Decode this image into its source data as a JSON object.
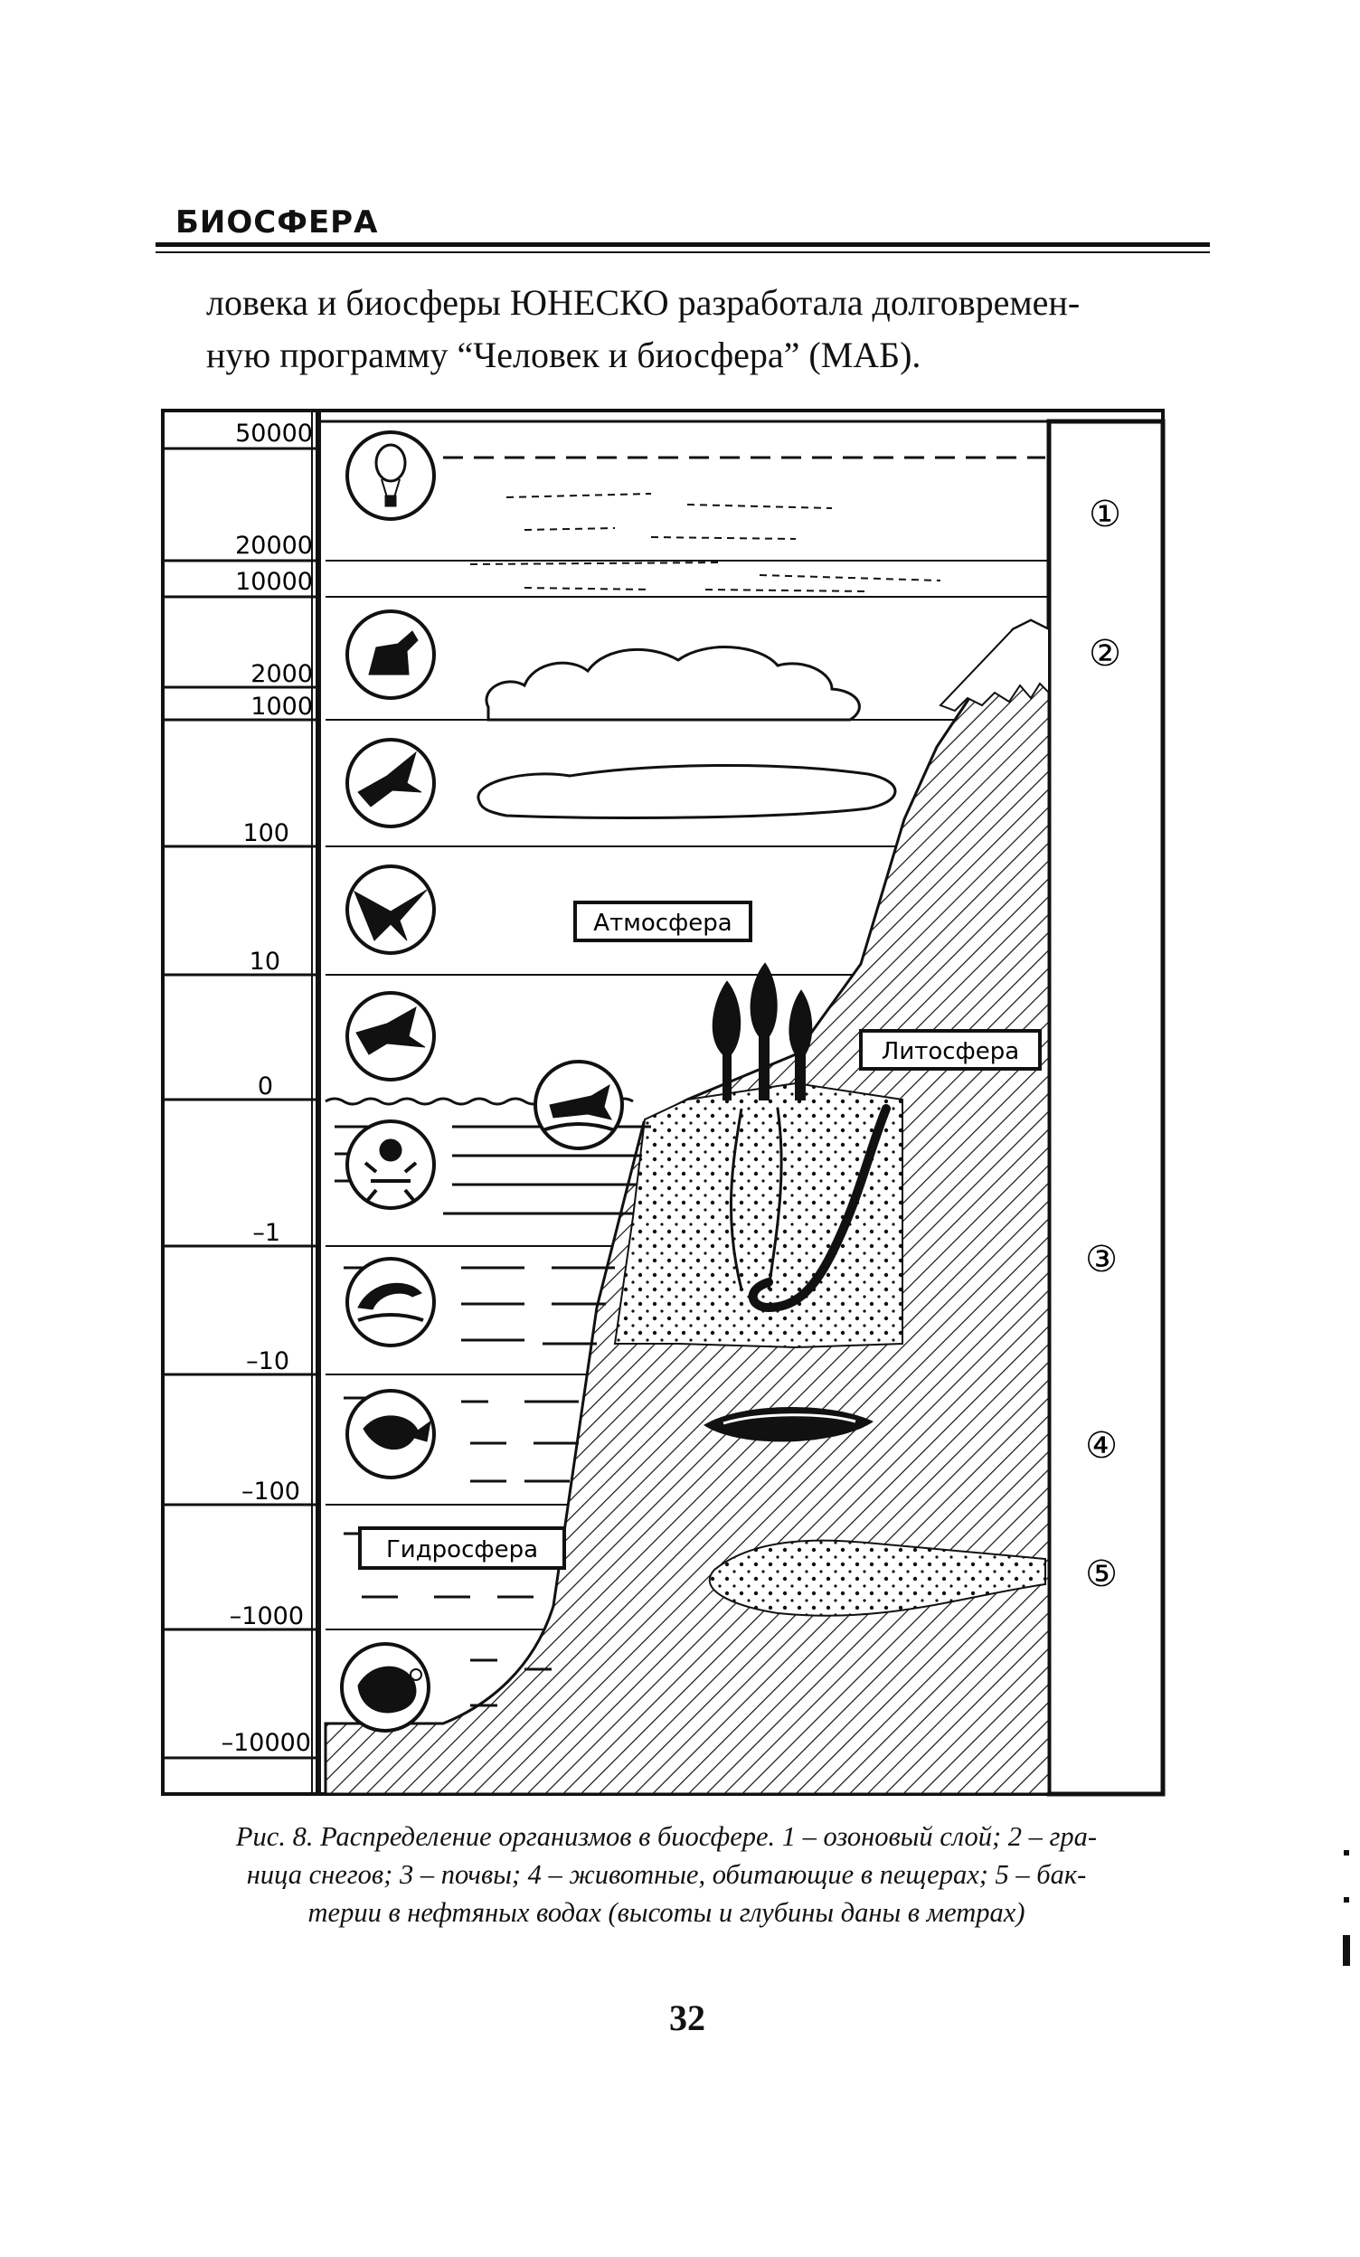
{
  "header": {
    "title": "БИОСФЕРА"
  },
  "intro": {
    "line1": "ловека и биосферы ЮНЕСКО разработала долговремен-",
    "line2": "ную программу “Человек и биосфера” (МАБ)."
  },
  "figure": {
    "scale_labels": [
      "50000",
      "20000",
      "10000",
      "2000",
      "1000",
      "100",
      "10",
      "0",
      "–1",
      "–10",
      "–100",
      "–1000",
      "–10000"
    ],
    "zone_labels": {
      "atmosphere": "Атмосфера",
      "lithosphere": "Литосфера",
      "hydrosphere": "Гидросфера"
    },
    "markers": [
      "①",
      "②",
      "③",
      "④",
      "⑤"
    ]
  },
  "caption": {
    "line1": "Рис. 8. Распределение организмов в биосфере. 1 – озоновый слой; 2 – гра-",
    "line2": "ница снегов; 3 – почвы; 4 – животные, обитающие в пещерах; 5 – бак-",
    "line3": "терии в нефтяных водах (высоты и глубины даны в метрах)"
  },
  "page_number": "32"
}
